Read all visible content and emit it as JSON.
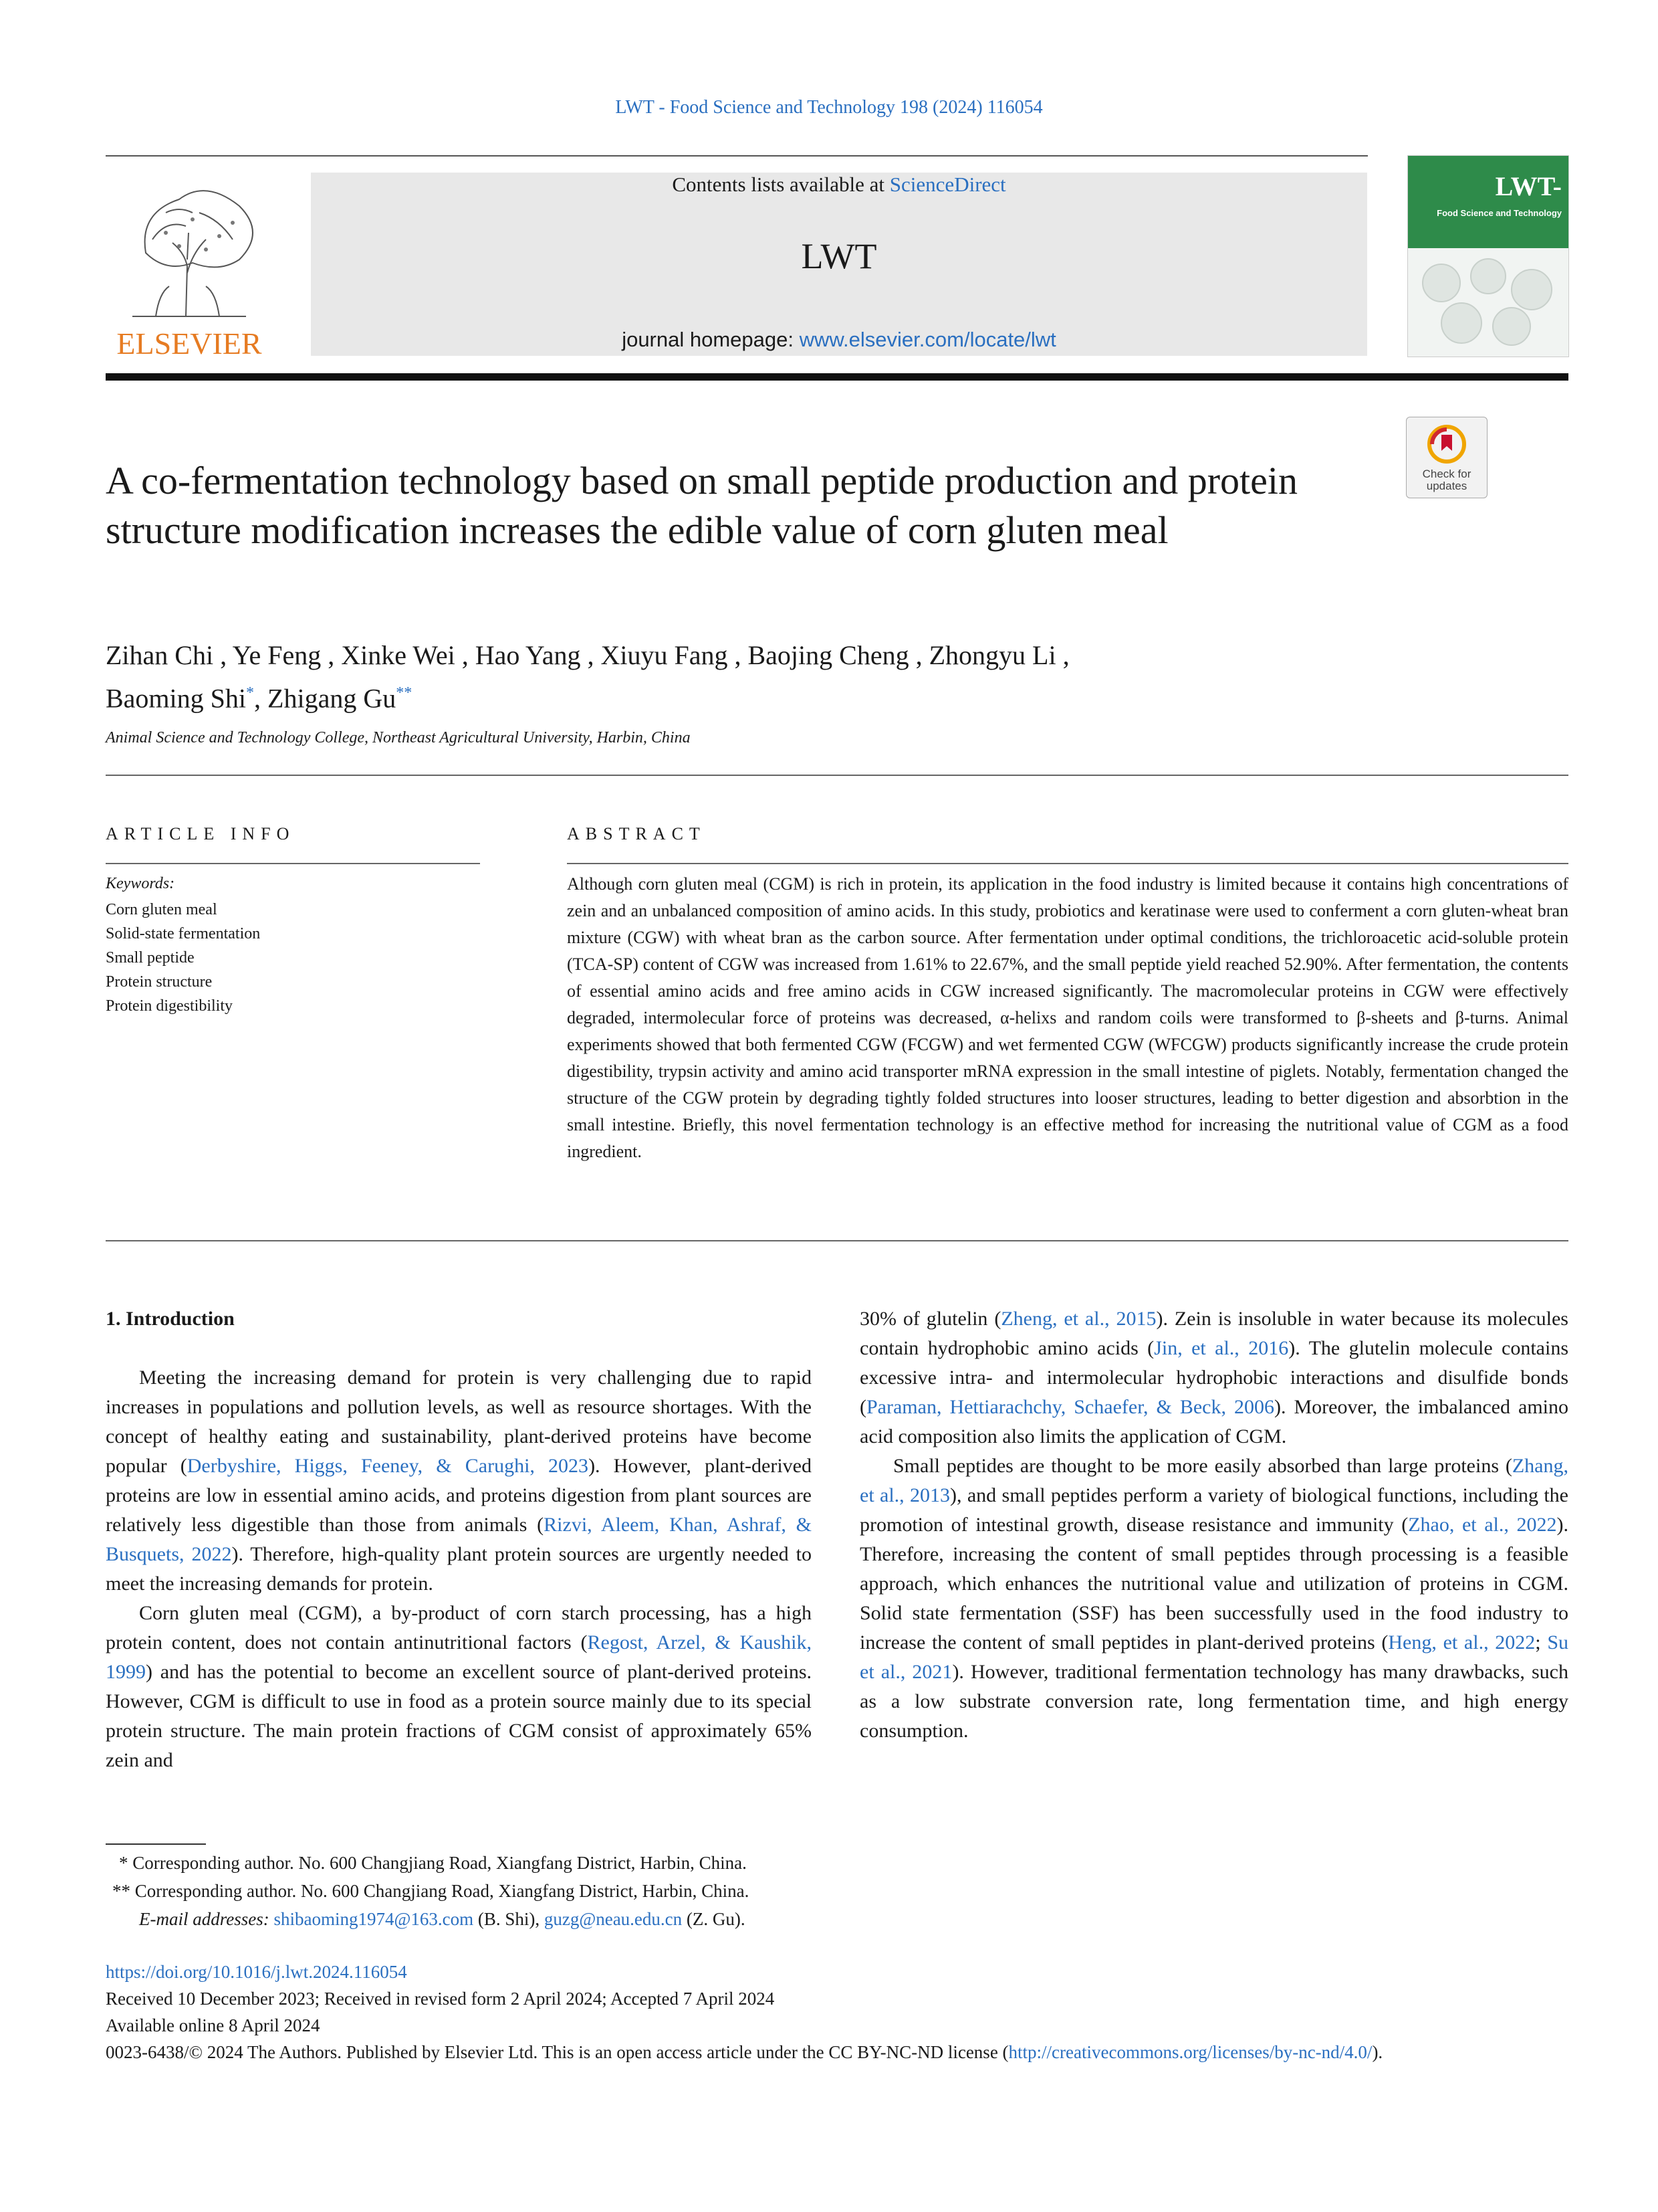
{
  "header": {
    "journal_ref": "LWT - Food Science and Technology 198 (2024) 116054",
    "contents_prefix": "Contents lists available at ",
    "contents_link": "ScienceDirect",
    "journal_name": "LWT",
    "homepage_prefix": "journal homepage: ",
    "homepage_link": "www.elsevier.com/locate/lwt",
    "publisher_logo_text": "ELSEVIER",
    "cover_title": "LWT",
    "cover_subtitle": "Food Science and Technology",
    "check_badge_text": "Check for updates"
  },
  "article": {
    "title": "A co-fermentation technology based on small peptide production and protein structure modification increases the edible value of corn gluten meal",
    "authors_line1": "Zihan Chi , Ye Feng , Xinke Wei , Hao Yang , Xiuyu Fang , Baojing Cheng , Zhongyu Li ,",
    "author_shi": "Baoming Shi",
    "author_shi_mark": "*",
    "author_gu": ", Zhigang Gu",
    "author_gu_mark": "**",
    "affiliation": "Animal Science and Technology College, Northeast Agricultural University, Harbin, China"
  },
  "info": {
    "heading": "ARTICLE INFO",
    "keywords_label": "Keywords:",
    "keywords": [
      "Corn gluten meal",
      "Solid-state fermentation",
      "Small peptide",
      "Protein structure",
      "Protein digestibility"
    ]
  },
  "abstract": {
    "heading": "ABSTRACT",
    "text": "Although corn gluten meal (CGM) is rich in protein, its application in the food industry is limited because it contains high concentrations of zein and an unbalanced composition of amino acids. In this study, probiotics and keratinase were used to conferment a corn gluten-wheat bran mixture (CGW) with wheat bran as the carbon source. After fermentation under optimal conditions, the trichloroacetic acid-soluble protein (TCA-SP) content of CGW was increased from 1.61% to 22.67%, and the small peptide yield reached 52.90%. After fermentation, the contents of essential amino acids and free amino acids in CGW increased significantly. The macromolecular proteins in CGW were effectively degraded, intermolecular force of proteins was decreased, α-helixs and random coils were transformed to β-sheets and β-turns. Animal experiments showed that both fermented CGW (FCGW) and wet fermented CGW (WFCGW) products significantly increase the crude protein digestibility, trypsin activity and amino acid transporter mRNA expression in the small intestine of piglets. Notably, fermentation changed the structure of the CGW protein by degrading tightly folded structures into looser structures, leading to better digestion and absorbtion in the small intestine. Briefly, this novel fermentation technology is an effective method for increasing the nutritional value of CGM as a food ingredient."
  },
  "body": {
    "section_title": "1.  Introduction",
    "p1_a": "Meeting the increasing demand for protein is very challenging due to rapid increases in populations and pollution levels, as well as resource shortages. With the concept of healthy eating and sustainability, plant-derived proteins have become popular (",
    "p1_ref1": "Derbyshire, Higgs, Feeney, & Carughi, 2023",
    "p1_b": "). However, plant-derived proteins are low in essential amino acids, and proteins digestion from plant sources are relatively less digestible than those from animals (",
    "p1_ref2": "Rizvi, Aleem, Khan, Ashraf, & Busquets, 2022",
    "p1_c": "). Therefore, high-quality plant protein sources are urgently needed to meet the increasing demands for protein.",
    "p2_a": "Corn gluten meal (CGM), a by-product of corn starch processing, has a high protein content, does not contain antinutritional factors (",
    "p2_ref1": "Regost, Arzel, & Kaushik, 1999",
    "p2_b": ") and has the potential to become an excellent source of plant-derived proteins. However, CGM is difficult to use in food as a protein source mainly due to its special protein structure. The main protein fractions of CGM consist of approximately 65% zein and",
    "p3_a": "30% of glutelin (",
    "p3_ref1": "Zheng, et al., 2015",
    "p3_b": "). Zein is insoluble in water because its molecules contain hydrophobic amino acids (",
    "p3_ref2": "Jin, et al., 2016",
    "p3_c": "). The glutelin molecule contains excessive intra- and intermolecular hydrophobic interactions and disulfide bonds (",
    "p3_ref3": "Paraman, Hettiarachchy, Schaefer, & Beck, 2006",
    "p3_d": "). Moreover, the imbalanced amino acid composition also limits the application of CGM.",
    "p4_a": "Small peptides are thought to be more easily absorbed than large proteins (",
    "p4_ref1": "Zhang, et al., 2013",
    "p4_b": "), and small peptides perform a variety of biological functions, including the promotion of intestinal growth, disease resistance and immunity (",
    "p4_ref2": "Zhao, et al., 2022",
    "p4_c": "). Therefore, increasing the content of small peptides through processing is a feasible approach, which enhances the nutritional value and utilization of proteins in CGM. Solid state fermentation (SSF) has been successfully used in the food industry to increase the content of small peptides in plant-derived proteins (",
    "p4_ref3": "Heng, et al., 2022",
    "p4_sep": "; ",
    "p4_ref4": "Su et al., 2021",
    "p4_d": "). However, traditional fermentation technology has many drawbacks, such as a low substrate conversion rate, long fermentation time, and high energy consumption."
  },
  "footnotes": {
    "fn1": "*  Corresponding author. No. 600 Changjiang Road, Xiangfang District, Harbin, China.",
    "fn2": "**  Corresponding author. No. 600 Changjiang Road, Xiangfang District, Harbin, China.",
    "email_label": "E-mail addresses: ",
    "email1": "shibaoming1974@163.com",
    "email1_owner": " (B. Shi), ",
    "email2": "guzg@neau.edu.cn",
    "email2_owner": " (Z. Gu)."
  },
  "pubinfo": {
    "doi": "https://doi.org/10.1016/j.lwt.2024.116054",
    "received": "Received 10 December 2023; Received in revised form 2 April 2024; Accepted 7 April 2024",
    "available": "Available online 8 April 2024",
    "license_prefix": "0023-6438/© 2024 The Authors. Published by Elsevier Ltd. This is an open access article under the CC BY-NC-ND license (",
    "license_link": "http://creativecommons.org/licenses/by-nc-nd/4.0/",
    "license_suffix": ")."
  },
  "colors": {
    "link": "#2a6fc0",
    "elsevier_orange": "#e67b22",
    "masthead_gray": "#e8e8e8",
    "cover_green": "#2e8b4a"
  }
}
